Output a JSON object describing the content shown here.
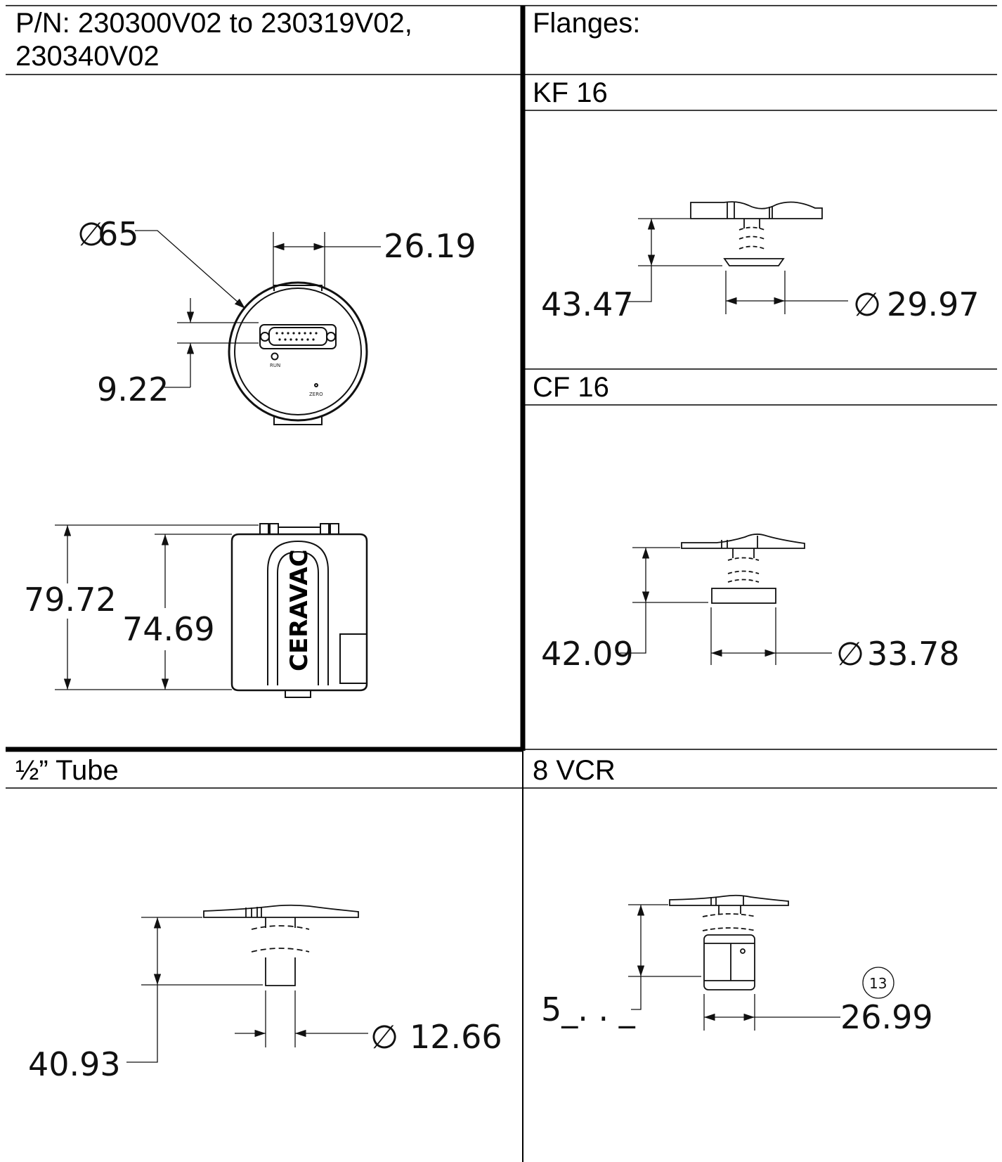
{
  "header": {
    "part_number": "P/N: 230300V02 to 230319V02,\n230340V02",
    "flanges_title": "Flanges:"
  },
  "sections": {
    "kf16": "KF 16",
    "cf16": "CF 16",
    "tube": "½” Tube",
    "vcr": "8 VCR"
  },
  "gauge": {
    "diameter": "65",
    "connector_width": "26.19",
    "connector_offset": "9.22",
    "total_height": "79.72",
    "body_height": "74.69",
    "logo": "CERAVAC",
    "run_label": "RUN",
    "zero_label": "ZERO"
  },
  "kf16": {
    "length": "43.47",
    "diameter": "29.97"
  },
  "cf16": {
    "length": "42.09",
    "diameter": "33.78"
  },
  "tube": {
    "length": "40.93",
    "diameter": "12.66"
  },
  "vcr": {
    "length": "5_. . _",
    "hex_size": "26.99",
    "balloon": "13"
  },
  "symbols": {
    "diameter": "∅"
  }
}
